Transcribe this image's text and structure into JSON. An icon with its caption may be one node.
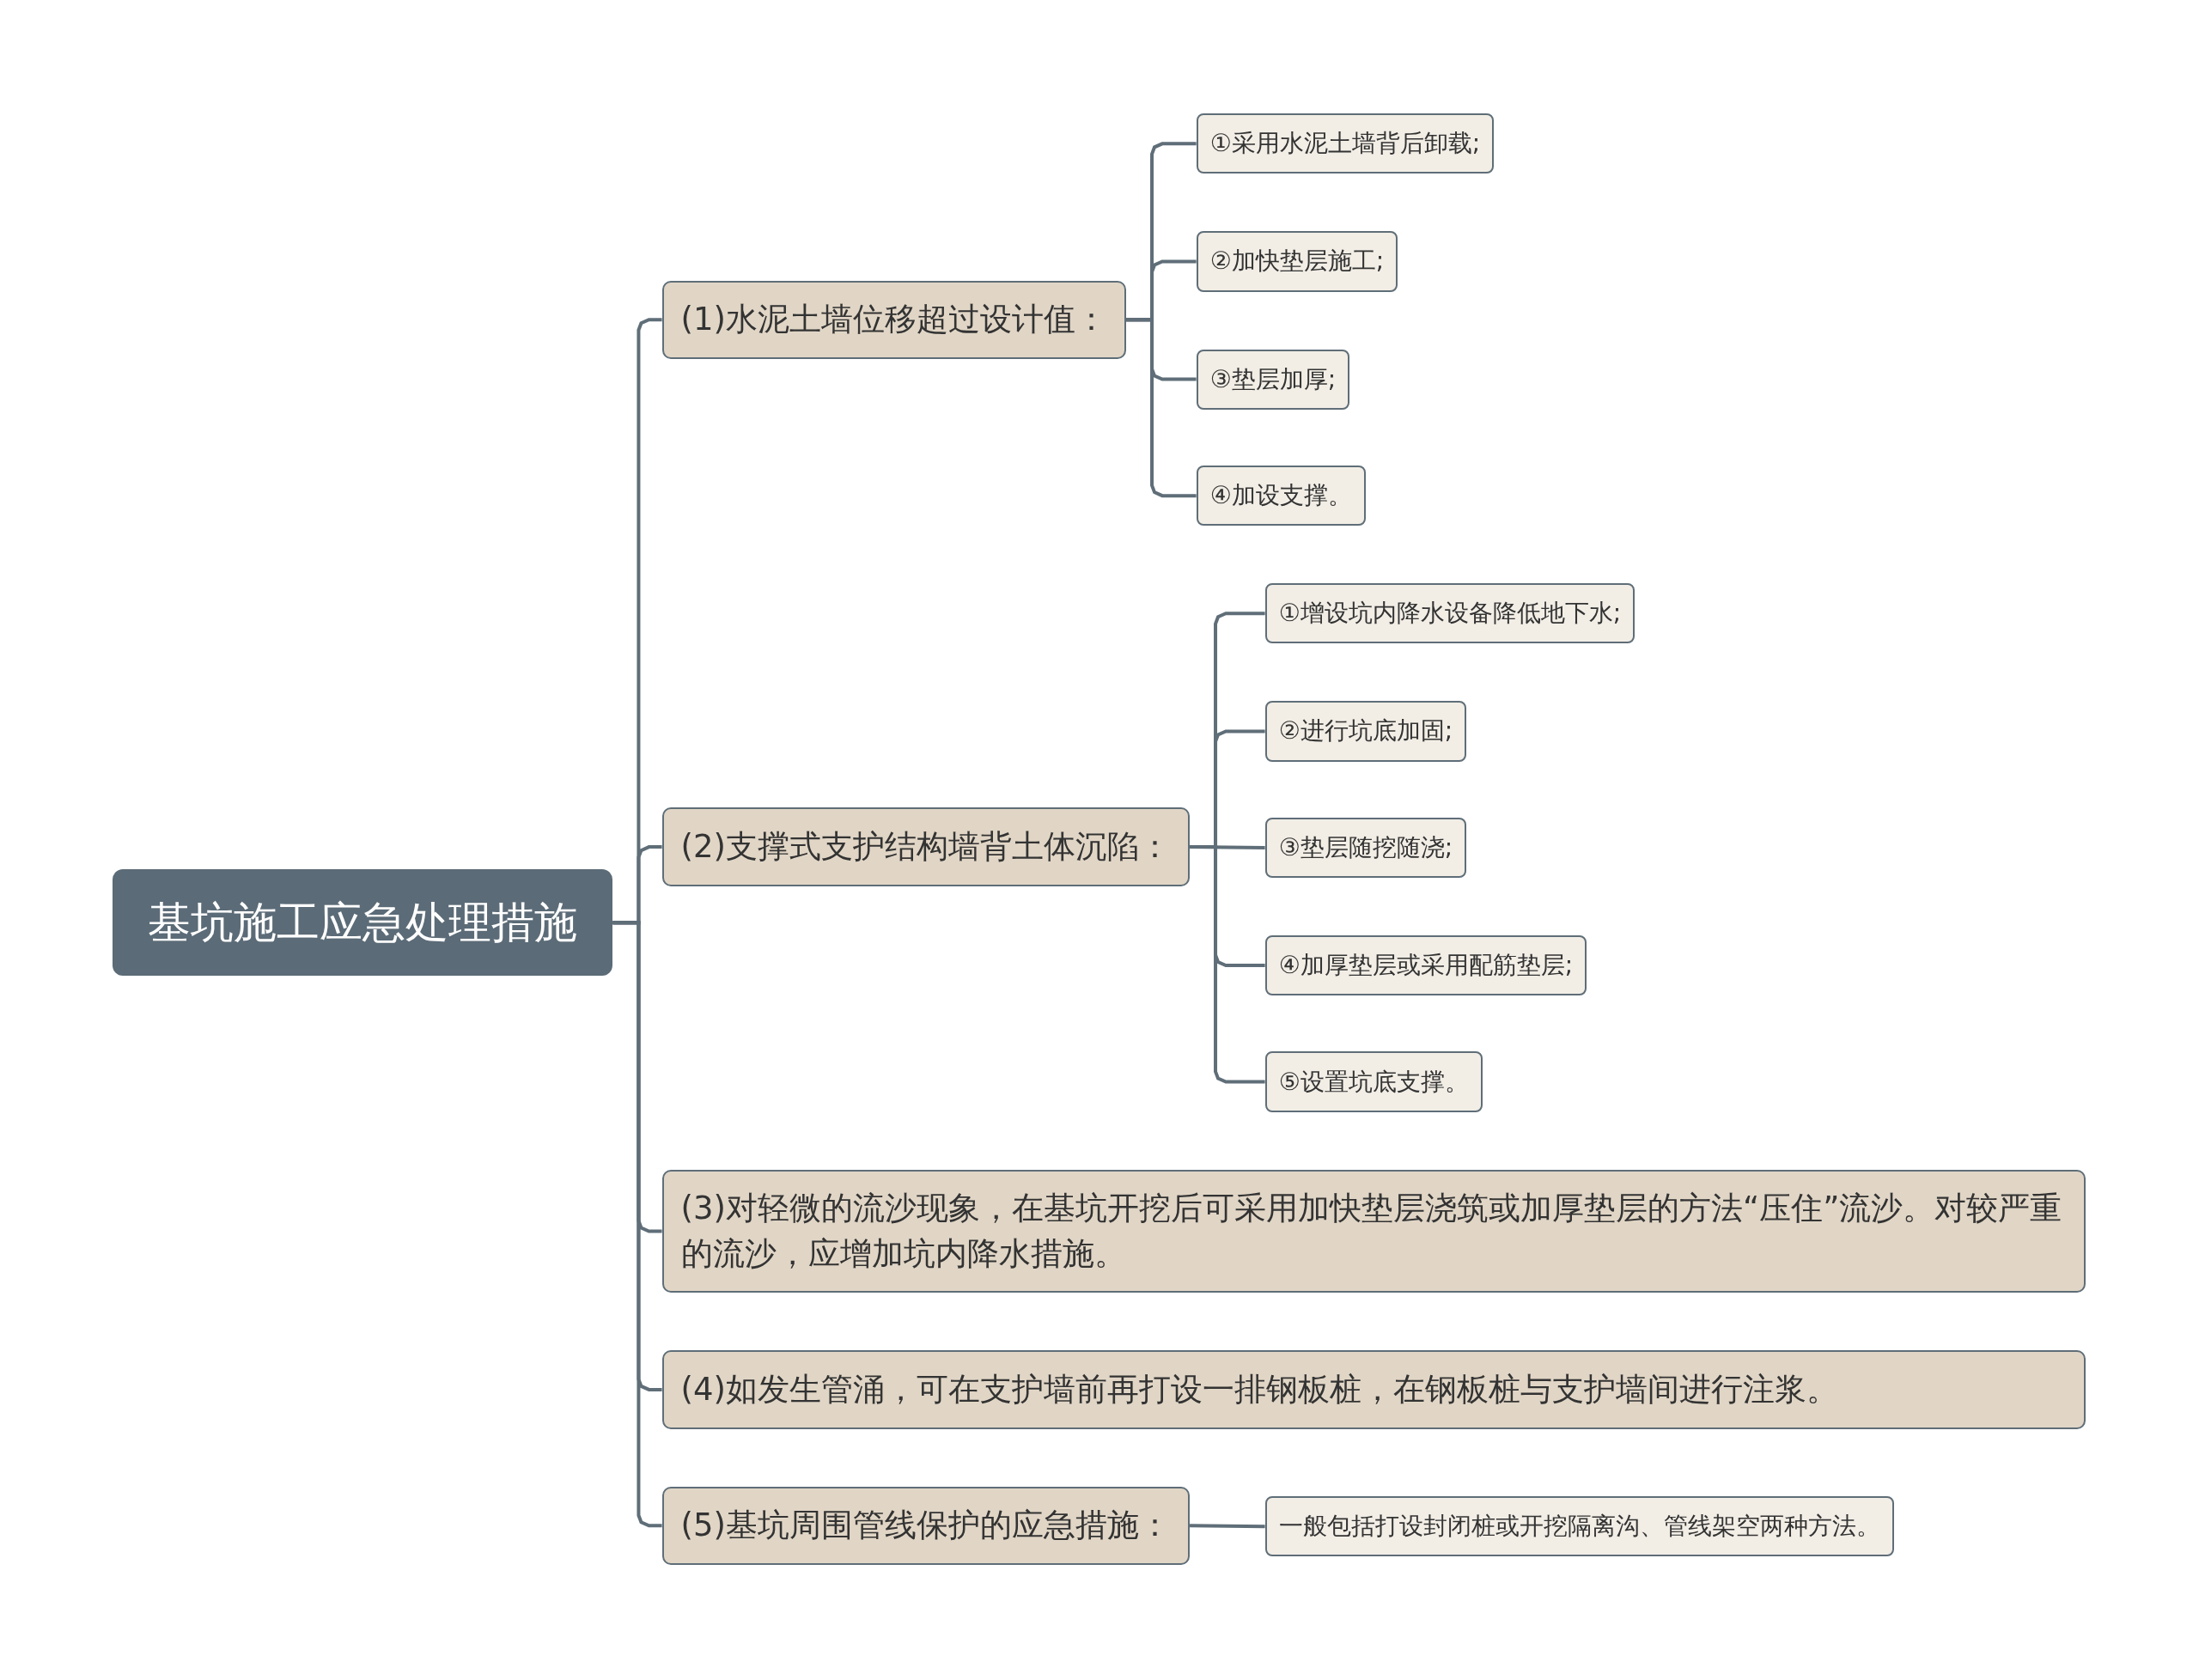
{
  "diagram": {
    "nodes": [
      {
        "text": [
          "基坑施工应急处理措施"
        ]
      },
      {
        "text": [
          "(1)水泥土墙位移超过设计值："
        ]
      },
      {
        "text": [
          "①采用水泥土墙背后卸载;"
        ]
      },
      {
        "text": [
          "②加快垫层施工;"
        ]
      },
      {
        "text": [
          "③垫层加厚;"
        ]
      },
      {
        "text": [
          "④加设支撑。"
        ]
      },
      {
        "text": [
          "(2)支撑式支护结构墙背土体沉陷："
        ]
      },
      {
        "text": [
          "①增设坑内降水设备降低地下水;"
        ]
      },
      {
        "text": [
          "②进行坑底加固;"
        ]
      },
      {
        "text": [
          "③垫层随挖随浇;"
        ]
      },
      {
        "text": [
          "④加厚垫层或采用配筋垫层;"
        ]
      },
      {
        "text": [
          "⑤设置坑底支撑。"
        ]
      },
      {
        "text": [
          "(3)对轻微的流沙现象，在基坑开挖后可采用加快垫层浇筑或加厚垫层的方法“压住”流沙。对较严重的流沙，应增加坑内降水措施。"
        ]
      },
      {
        "text": [
          "(4)如发生管涌，可在支护墙前再打设一排钢板桩，在钢板桩与支护墙间进行注浆。"
        ]
      },
      {
        "text": [
          "(5)基坑周围管线保护的应急措施："
        ]
      },
      {
        "text": [
          "一般包括打设封闭桩或开挖隔离沟、管线架空两种方法。"
        ]
      }
    ],
    "edges": [
      {
        "from": 0,
        "to": 1,
        "arrow": "none"
      },
      {
        "from": 0,
        "to": 6,
        "arrow": "none"
      },
      {
        "from": 0,
        "to": 12,
        "arrow": "none"
      },
      {
        "from": 0,
        "to": 13,
        "arrow": "none"
      },
      {
        "from": 0,
        "to": 14,
        "arrow": "none"
      },
      {
        "from": 1,
        "to": 2,
        "arrow": "none"
      },
      {
        "from": 1,
        "to": 3,
        "arrow": "none"
      },
      {
        "from": 1,
        "to": 4,
        "arrow": "none"
      },
      {
        "from": 1,
        "to": 5,
        "arrow": "none"
      },
      {
        "from": 6,
        "to": 7,
        "arrow": "none"
      },
      {
        "from": 6,
        "to": 8,
        "arrow": "none"
      },
      {
        "from": 6,
        "to": 9,
        "arrow": "none"
      },
      {
        "from": 6,
        "to": 10,
        "arrow": "none"
      },
      {
        "from": 6,
        "to": 11,
        "arrow": "none"
      },
      {
        "from": 14,
        "to": 15,
        "arrow": "none"
      }
    ]
  }
}
